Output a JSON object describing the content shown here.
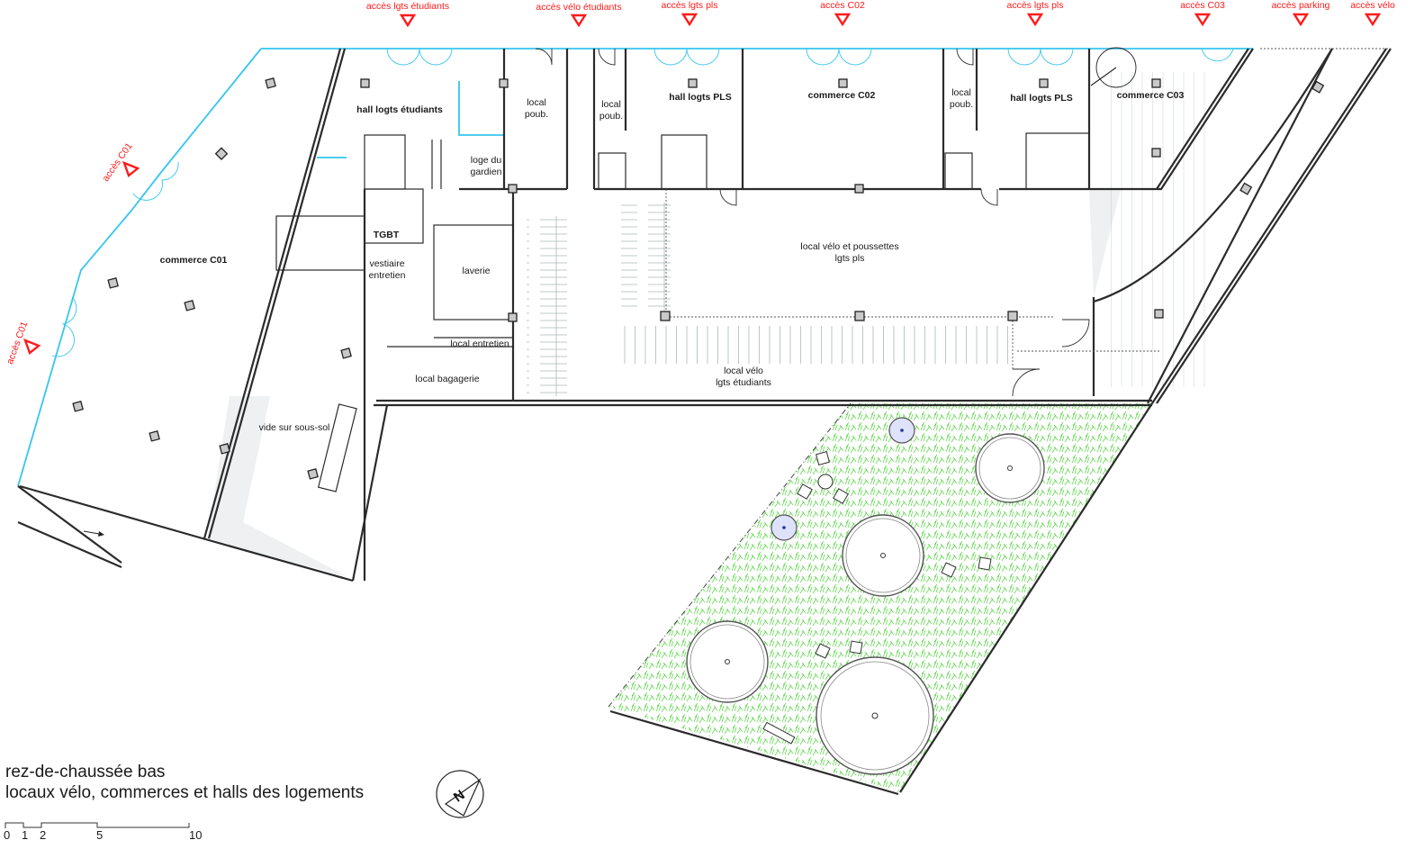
{
  "plan": {
    "title_line1": "rez-de-chaussée bas",
    "title_line2": "locaux vélo, commerces et halls des logements",
    "colors": {
      "wall": "#2b2b2b",
      "glazing": "#35c6ef",
      "access_marker": "#ff1a1a",
      "lawn": "#5fd84a",
      "column_fill": "#c9c9c9"
    }
  },
  "access_markers": [
    {
      "label": "accès lgts étudiants"
    },
    {
      "label": "accès vélo étudiants"
    },
    {
      "label": "accès lgts pls"
    },
    {
      "label": "accès C02"
    },
    {
      "label": "accès lgts pls"
    },
    {
      "label": "accès C03"
    },
    {
      "label": "accès parking"
    },
    {
      "label": "accès vélo"
    },
    {
      "label": "accès C01"
    },
    {
      "label": "accès C01"
    }
  ],
  "rooms": {
    "commerce_c01": "commerce C01",
    "hall_etudiants": "hall logts étudiants",
    "local_poub_1_a": "local",
    "local_poub_1_b": "poub.",
    "loge_a": "loge du",
    "loge_b": "gardien",
    "local_poub_2_a": "local",
    "local_poub_2_b": "poub.",
    "hall_pls_1": "hall logts PLS",
    "commerce_c02": "commerce C02",
    "local_poub_3_a": "local",
    "local_poub_3_b": "poub.",
    "hall_pls_2": "hall logts PLS",
    "commerce_c03": "commerce C03",
    "tgbt": "TGBT",
    "vestiaire_a": "vestiaire",
    "vestiaire_b": "entretien",
    "laverie": "laverie",
    "local_entretien": "local entretien",
    "local_bagagerie": "local bagagerie",
    "vide_sous_sol": "vide sur sous-sol",
    "velo_pls_a": "local vélo et poussettes",
    "velo_pls_b": "lgts pls",
    "velo_etud_a": "local vélo",
    "velo_etud_b": "lgts étudiants"
  },
  "compass": {
    "label": "N"
  },
  "scale_bar": {
    "ticks": [
      "0",
      "1",
      "2",
      "5",
      "10"
    ]
  }
}
